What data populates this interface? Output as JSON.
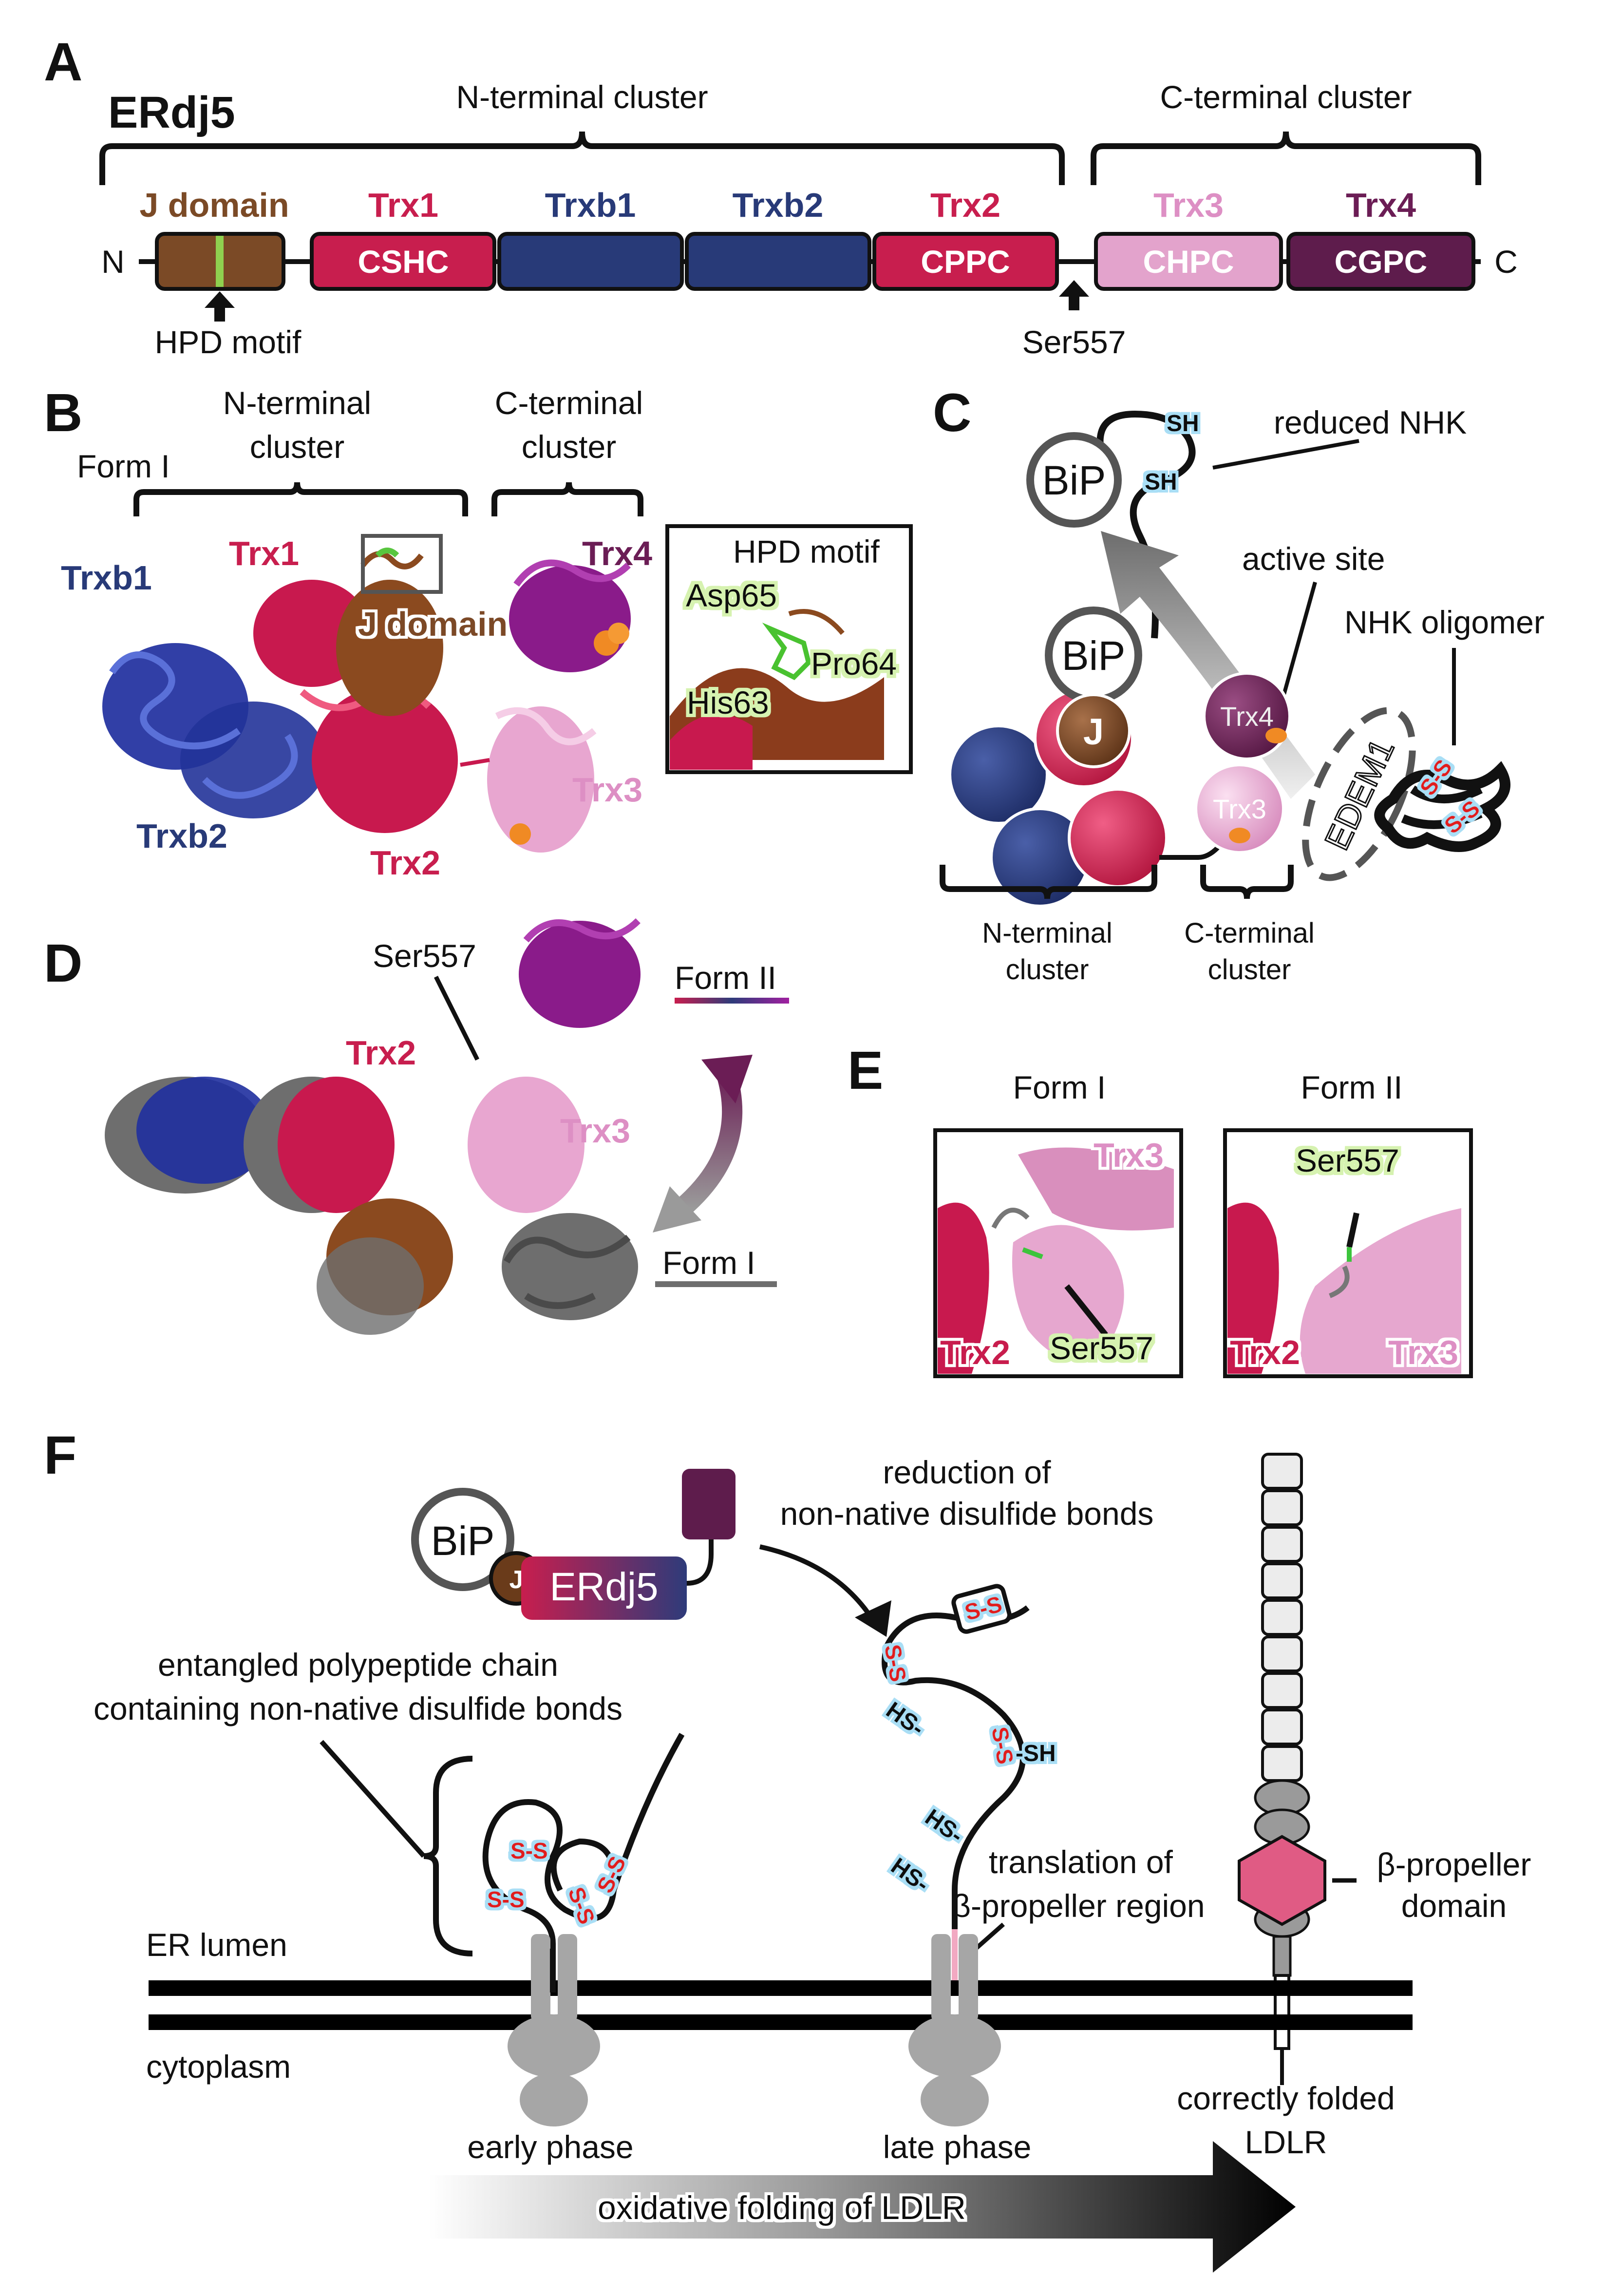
{
  "colors": {
    "j_domain": "#7b4a26",
    "trx1": "#c81e4e",
    "trxb": "#283a78",
    "trx2": "#c81e4e",
    "trx3": "#e3a3cc",
    "trx4": "#5e1c4c",
    "hpd_green": "#8fd14f",
    "propeller": "#e05b84",
    "membrane": "#000000",
    "ribosome": "#a6a6a6",
    "sh_glow": "#bfe6f7",
    "ss_red": "#e11d1d"
  },
  "panels": {
    "a": "A",
    "b": "B",
    "c": "C",
    "d": "D",
    "e": "E",
    "f": "F"
  },
  "panel_a": {
    "protein": "ERdj5",
    "n_cluster": "N-terminal cluster",
    "c_cluster": "C-terminal cluster",
    "n_end": "N",
    "c_end": "C",
    "domains": [
      {
        "top": "J domain",
        "inner": ""
      },
      {
        "top": "Trx1",
        "inner": "CSHC"
      },
      {
        "top": "Trxb1",
        "inner": ""
      },
      {
        "top": "Trxb2",
        "inner": ""
      },
      {
        "top": "Trx2",
        "inner": "CPPC"
      },
      {
        "top": "Trx3",
        "inner": "CHPC"
      },
      {
        "top": "Trx4",
        "inner": "CGPC"
      }
    ],
    "hpd_motif": "HPD motif",
    "ser557": "Ser557"
  },
  "panel_b": {
    "form": "Form I",
    "n_cluster_1": "N-terminal",
    "n_cluster_2": "cluster",
    "c_cluster_1": "C-terminal",
    "c_cluster_2": "cluster",
    "trxb1": "Trxb1",
    "trx1": "Trx1",
    "j_domain": "J domain",
    "trx4": "Trx4",
    "trxb2": "Trxb2",
    "trx2": "Trx2",
    "trx3": "Trx3",
    "inset_title": "HPD motif",
    "asp65": "Asp65",
    "pro64": "Pro64",
    "his63": "His63"
  },
  "panel_c": {
    "bip_top": "BiP",
    "sh1": "SH",
    "sh2": "SH",
    "reduced_nhk": "reduced NHK",
    "active_site": "active site",
    "nhk_oligomer": "NHK oligomer",
    "bip_mid": "BiP",
    "j": "J",
    "trx4": "Trx4",
    "trx3": "Trx3",
    "edem1": "EDEM1",
    "n_cluster_1": "N-terminal",
    "n_cluster_2": "cluster",
    "c_cluster_1": "C-terminal",
    "c_cluster_2": "cluster",
    "ss1": "S-S",
    "ss2": "S-S"
  },
  "panel_d": {
    "ser557": "Ser557",
    "trx2": "Trx2",
    "trx3": "Trx3",
    "form2": "Form II",
    "form1": "Form I"
  },
  "panel_e": {
    "form1": "Form I",
    "form2": "Form II",
    "left": {
      "trx3": "Trx3",
      "trx2": "Trx2",
      "ser": "Ser557"
    },
    "right": {
      "ser": "Ser557",
      "trx2": "Trx2",
      "trx3": "Trx3"
    }
  },
  "panel_f": {
    "bip": "BiP",
    "j": "J",
    "erdj5": "ERdj5",
    "reduction_1": "reduction of",
    "reduction_2": "non-native disulfide bonds",
    "entangled_1": "entangled  polypeptide  chain",
    "entangled_2": "containing non-native disulfide bonds",
    "er_lumen": "ER lumen",
    "cytoplasm": "cytoplasm",
    "early_phase": "early phase",
    "late_phase": "late phase",
    "translation_1": "translation of",
    "translation_2": "β-propeller region",
    "propeller_1": "β-propeller",
    "propeller_2": "domain",
    "ldlr_1": "correctly folded",
    "ldlr_2": "LDLR",
    "oxidative": "oxidative folding of LDLR",
    "ss": [
      "S-S",
      "S-S",
      "S-S",
      "S-S",
      "S-S",
      "S-S",
      "S-S"
    ],
    "sh": [
      "HS-",
      "-SH",
      "HS-",
      "HS-"
    ]
  }
}
